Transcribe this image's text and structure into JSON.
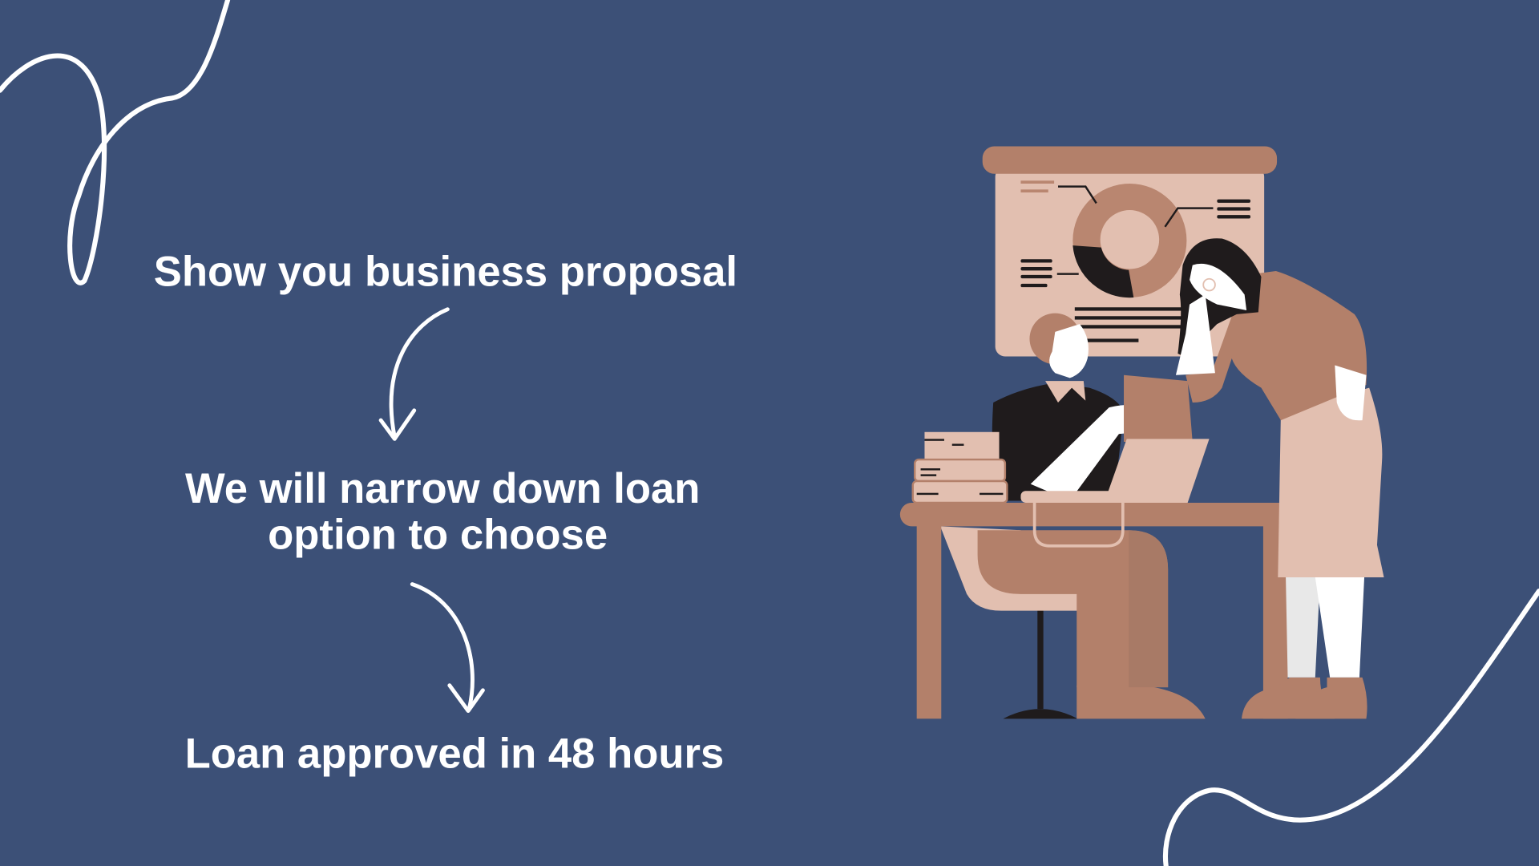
{
  "steps": [
    {
      "text": "Show you business proposal"
    },
    {
      "line1": "We will narrow down loan",
      "line2": "option to choose"
    },
    {
      "text": "Loan approved in 48 hours"
    }
  ],
  "colors": {
    "background": "#3c5077",
    "text": "#ffffff",
    "brown": "#b3806a",
    "light": "#e2bfb0",
    "dark": "#1f1b1c"
  }
}
